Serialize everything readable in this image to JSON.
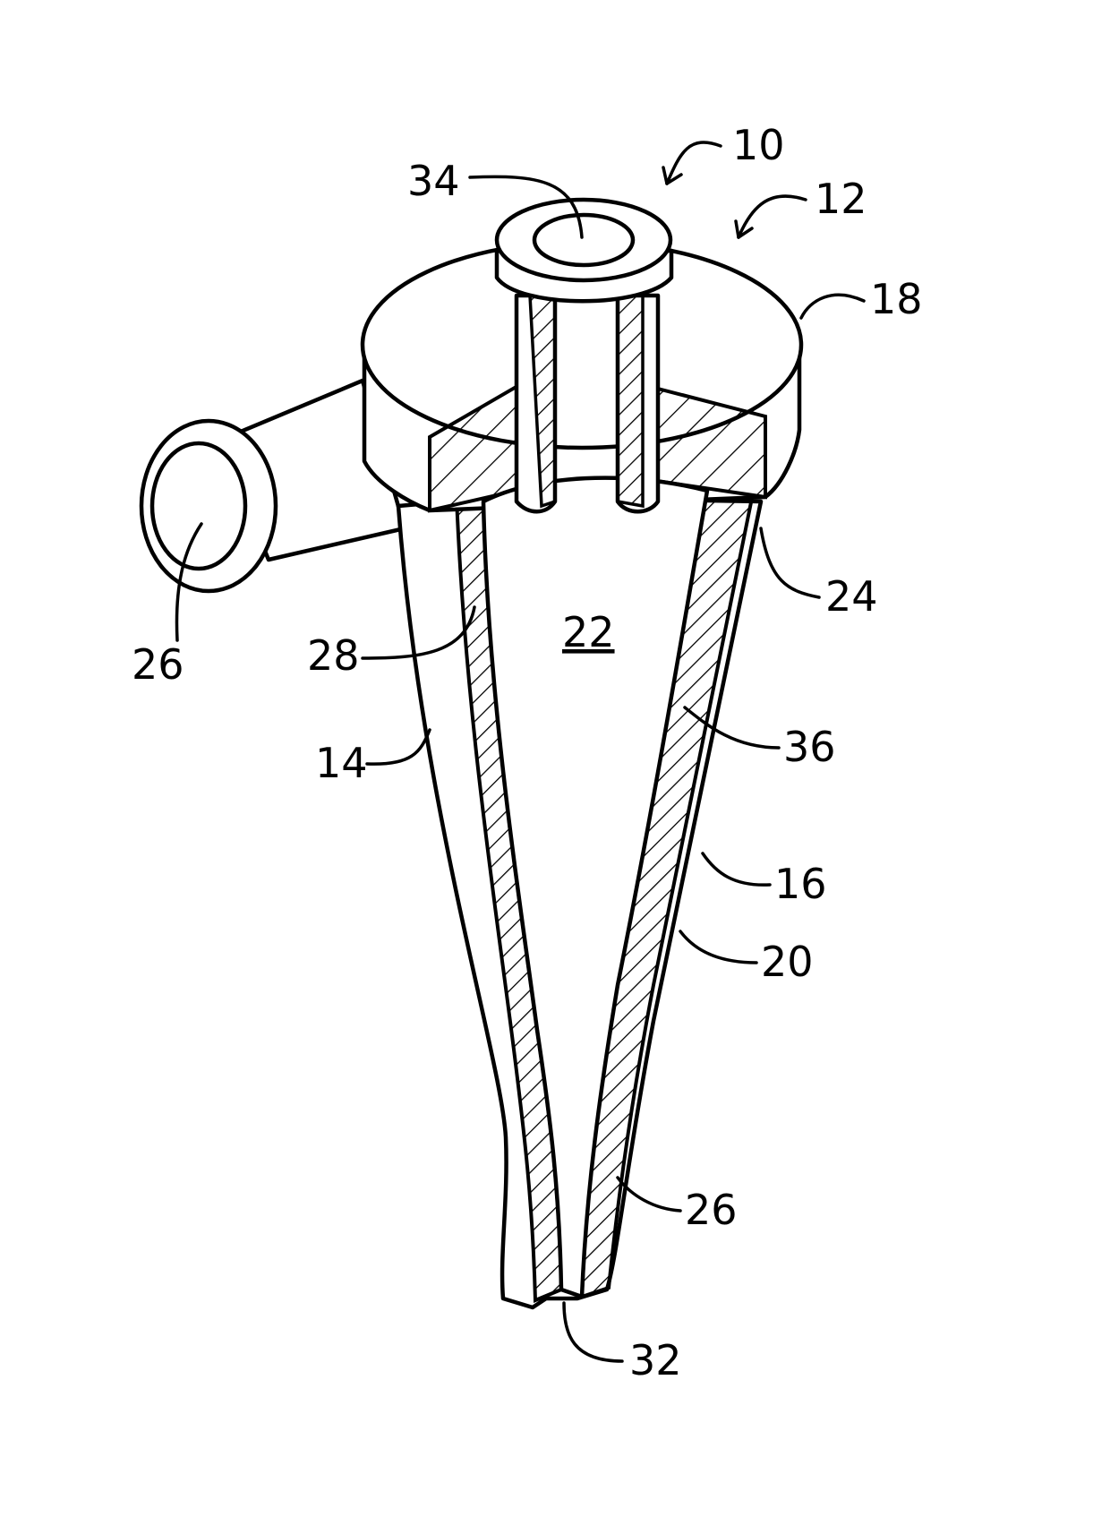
{
  "figure": {
    "reference_numerals": {
      "assembly": "10",
      "device": "12",
      "left_wall": "14",
      "right_wall": "16",
      "cap": "18",
      "outer_surface": "20",
      "chamber": "22",
      "inner_surface": "24",
      "inlet_port": "26",
      "liner": "28",
      "outlet_opening": "32",
      "top_port": "34",
      "liner_inner": "36",
      "liner_lower": "26"
    }
  }
}
